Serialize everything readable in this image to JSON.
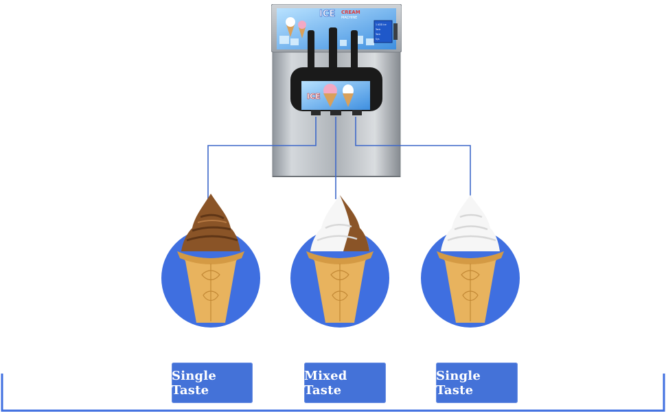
{
  "machine": {
    "brand_line1": "ICE",
    "brand_line2": "CREAM",
    "brand_line3": "MACHINE",
    "panel_lines": [
      "1 ADD  ice",
      "Tank",
      "Tank",
      "Sys"
    ]
  },
  "cones": [
    {
      "flavor": "chocolate",
      "label": "Single Taste"
    },
    {
      "flavor": "mixed",
      "label": "Mixed Taste"
    },
    {
      "flavor": "vanilla",
      "label": "Single Taste"
    }
  ],
  "colors": {
    "accent_blue": "#3f6fe0",
    "circle_blue": "#3f6fe0",
    "label_blue": "#4472d8",
    "line_blue": "#3c67c9",
    "chocolate": "#8a5427",
    "vanilla": "#f6f6f6",
    "cone": "#e8b35e"
  }
}
